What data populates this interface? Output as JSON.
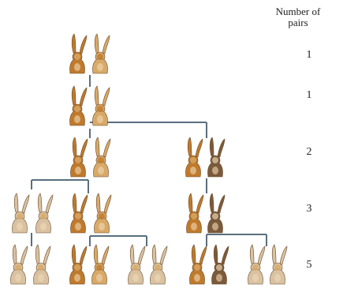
{
  "header": {
    "line1": "Number of",
    "line2": "pairs"
  },
  "generations": [
    {
      "pairs": "1"
    },
    {
      "pairs": "1"
    },
    {
      "pairs": "2"
    },
    {
      "pairs": "3"
    },
    {
      "pairs": "5"
    }
  ],
  "colors": {
    "line": "#5a6f7f",
    "fur_ginger": "#c07a2c",
    "fur_tan": "#d8a968",
    "fur_brown": "#7b5a3b",
    "fur_pale": "#d9c2a2"
  },
  "icons": [
    "rabbit-icon"
  ]
}
